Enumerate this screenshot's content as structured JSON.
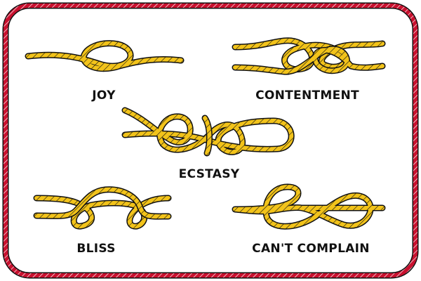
{
  "colors": {
    "frame_rope": "#c8102e",
    "frame_stripe": "#ffffff",
    "rope_fill": "#f2c31a",
    "rope_outline": "#111111",
    "background": "#ffffff",
    "label_text": "#111111"
  },
  "knots": [
    {
      "label": "JOY",
      "icon": "overhand-knot-icon"
    },
    {
      "label": "CONTENTMENT",
      "icon": "carrick-bend-icon"
    },
    {
      "label": "ECSTASY",
      "icon": "complex-looped-knot-icon"
    },
    {
      "label": "BLISS",
      "icon": "reef-knot-icon"
    },
    {
      "label": "CAN'T COMPLAIN",
      "icon": "figure-eight-knot-icon"
    }
  ]
}
